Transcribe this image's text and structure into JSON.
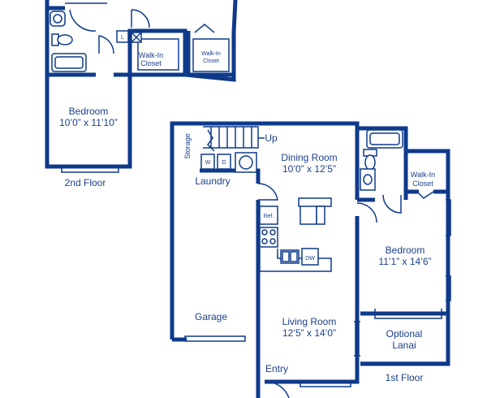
{
  "colors": {
    "wall": "#0f3a8a",
    "text": "#1b3f8b",
    "background": "#ffffff"
  },
  "second_floor": {
    "caption": "2nd Floor",
    "bedroom": {
      "name": "Bedroom",
      "size": "10’0” x 11’10”"
    },
    "walk_in_closet": {
      "line1": "Walk-In",
      "line2": "Closet"
    },
    "walk_in_closet_small": {
      "line1": "Walk-In",
      "line2": "Closet"
    },
    "linen_label": "L"
  },
  "first_floor": {
    "caption": "1st Floor",
    "dining_room": {
      "name": "Dining Room",
      "size": "10’0” x 12’5”"
    },
    "living_room": {
      "name": "Living Room",
      "size": "12’5” x 14’0”"
    },
    "bedroom": {
      "name": "Bedroom",
      "size": "11’1” x 14’6”"
    },
    "walk_in_closet": {
      "line1": "Walk-In",
      "line2": "Closet"
    },
    "optional_lanai": {
      "line1": "Optional",
      "line2": "Lanai"
    },
    "garage": "Garage",
    "laundry": "Laundry",
    "storage": "Storage",
    "stairs": "Up",
    "entry": "Entry",
    "washer": "W",
    "dryer": "D",
    "refrigerator": "Ref.",
    "dishwasher": "DW"
  }
}
